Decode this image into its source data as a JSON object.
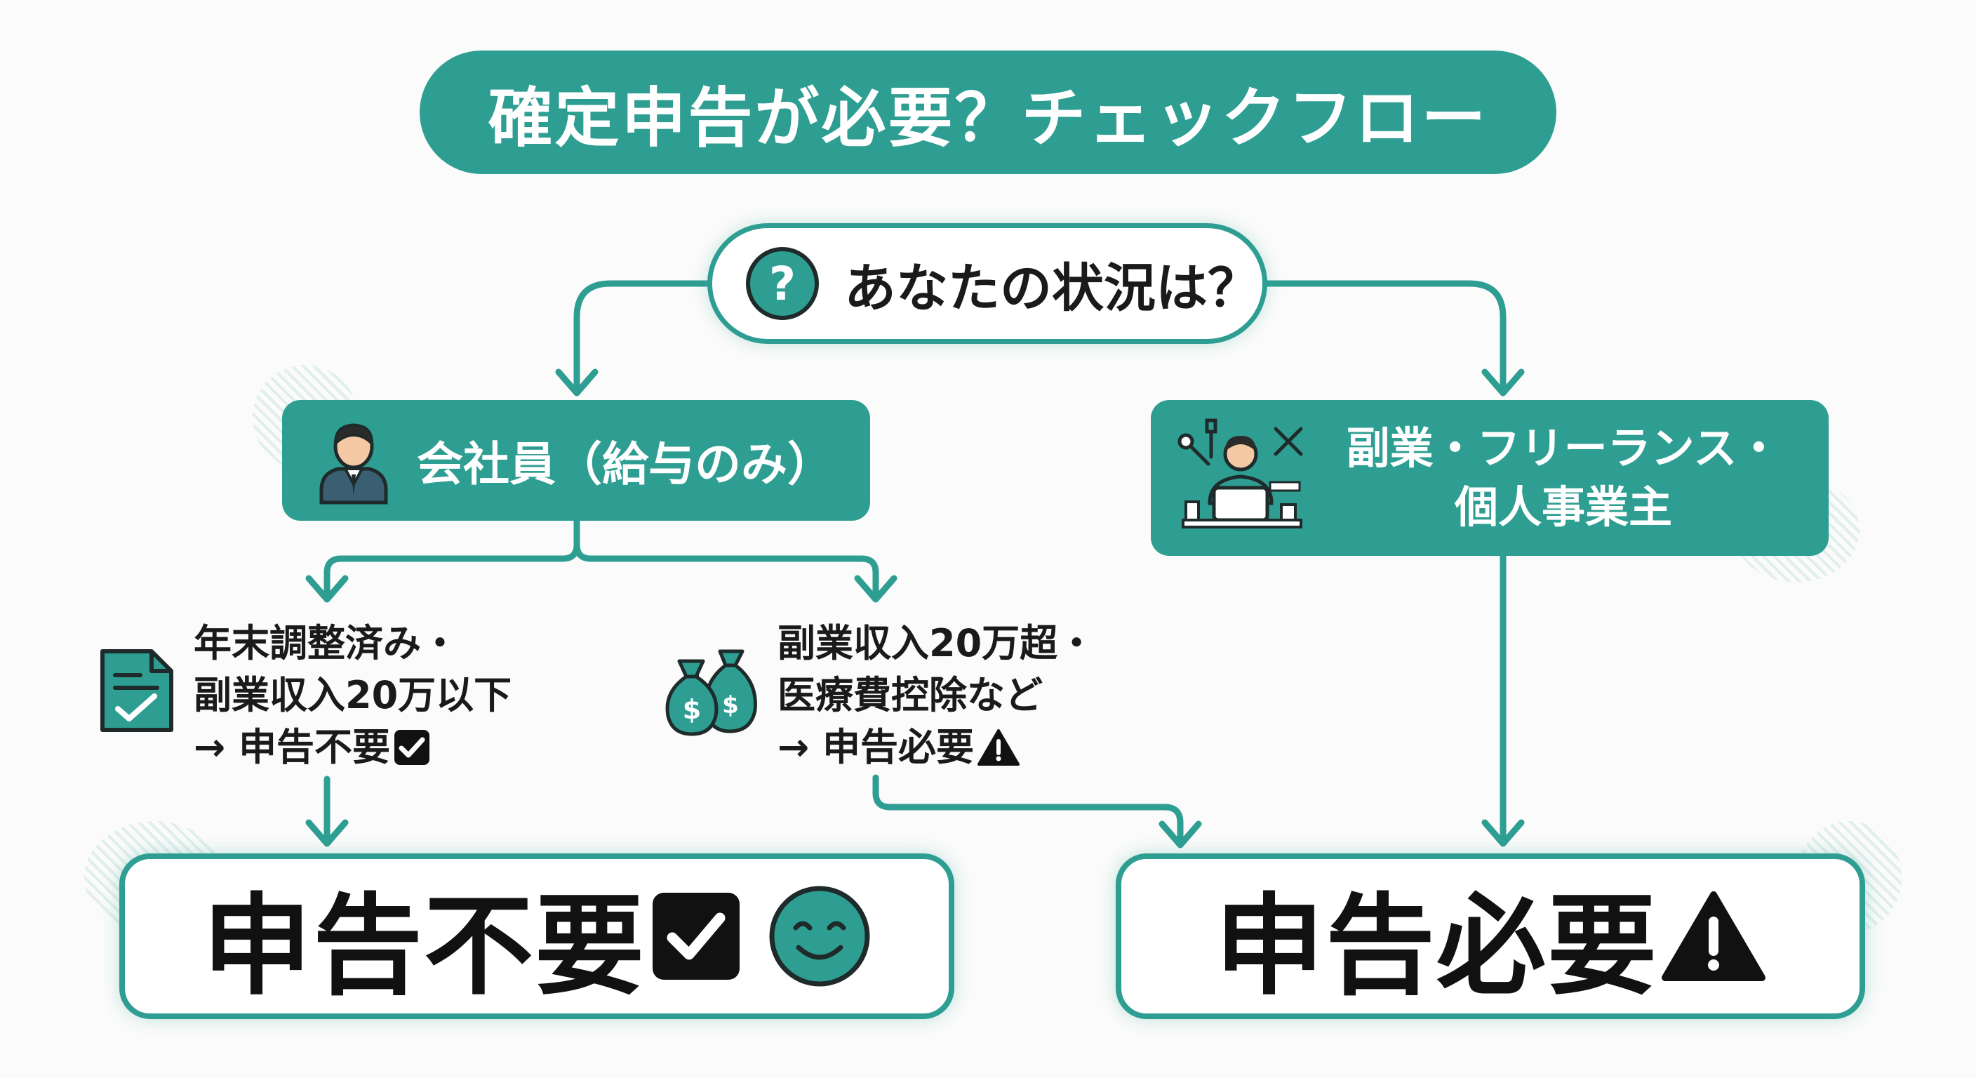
{
  "title": "確定申告が必要？チェックフロー",
  "question": {
    "icon": "question-mark-icon",
    "text": "あなたの状況は？",
    "icon_glyph": "?"
  },
  "employee": {
    "icon": "businessman-icon",
    "label": "会社員（給与のみ）"
  },
  "freelance": {
    "icon": "freelancer-workspace-icon",
    "lines": [
      "副業・フリーランス・",
      "個人事業主"
    ]
  },
  "condition_no": {
    "icon": "checked-document-icon",
    "lines": [
      "年末調整済み・",
      "副業収入20万以下",
      "→ 申告不要"
    ],
    "badge_icon": "checkbox-icon"
  },
  "condition_yes": {
    "icon": "money-bags-icon",
    "lines": [
      "副業収入20万超・",
      "医療費控除など",
      "→ 申告必要"
    ],
    "badge_icon": "warning-icon",
    "money_symbol": "$"
  },
  "result_no": {
    "text": "申告不要",
    "badge_icon": "checkbox-icon",
    "face_icon": "smiley-face-icon"
  },
  "result_yes": {
    "text": "申告必要",
    "badge_icon": "warning-icon"
  },
  "colors": {
    "teal": "#2e9e92",
    "dark": "#1a1a1a",
    "background": "#fafbfa"
  }
}
